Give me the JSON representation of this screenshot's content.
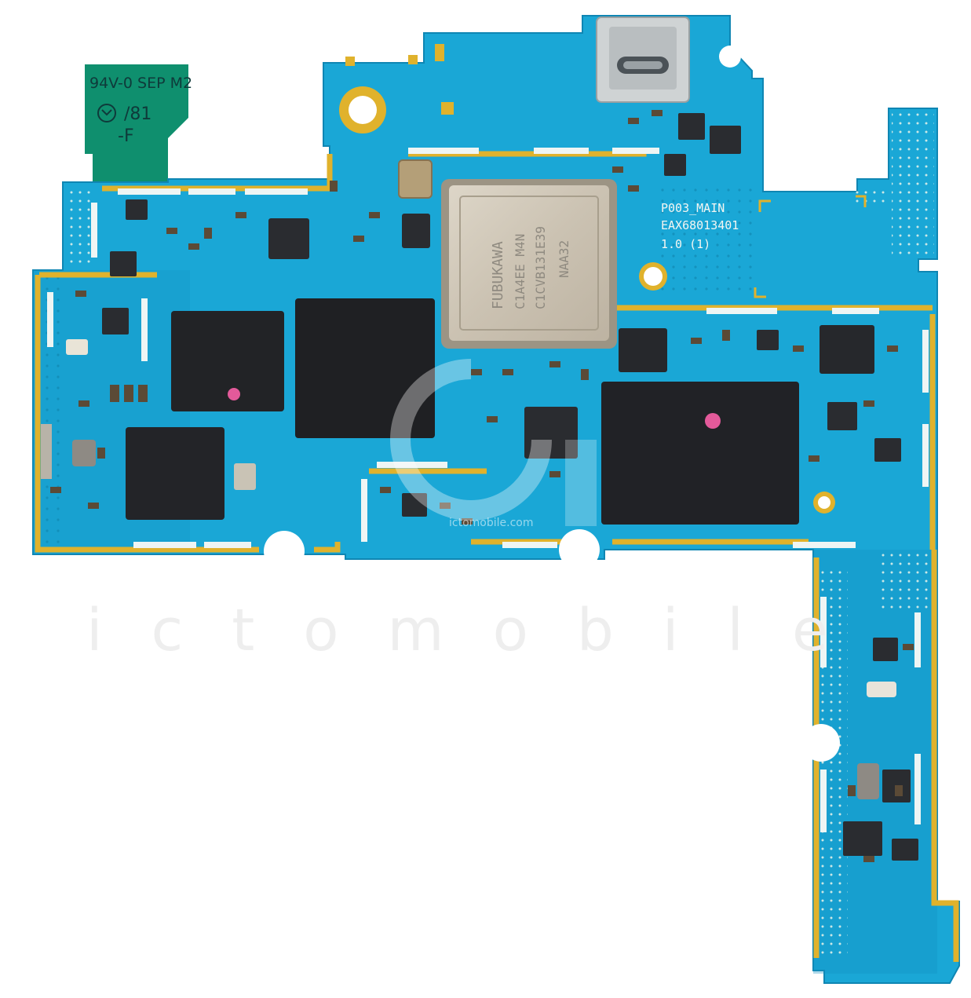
{
  "image": {
    "subject": "Smartphone main logic board (PCB)",
    "colors": {
      "background": "#ffffff",
      "pcb_blue": "#1aa7d6",
      "pcb_blue_dark": "#1590bf",
      "flex_green": "#0f8f6e",
      "gold": "#e0b22c",
      "chip_black": "#222326",
      "shield_silver": "#cfc6b6",
      "marker_pink": "#e35a9a"
    }
  },
  "markings": {
    "flex_code_line1": "94V-0 SEP M2",
    "flex_code_line2": "/81",
    "flex_code_line3": "-F",
    "board_name": "P003_MAIN",
    "part_number": "EAX68013401",
    "revision": "1.0 (1)",
    "soc_line1": "FUBUKAWA",
    "soc_line2": "C1A4EE  M4N",
    "soc_line3": "C1CVB131E39",
    "soc_line4": "NAA32"
  },
  "watermark": {
    "brand_big": "ictomobile",
    "small_url": "ictomobile.com"
  }
}
